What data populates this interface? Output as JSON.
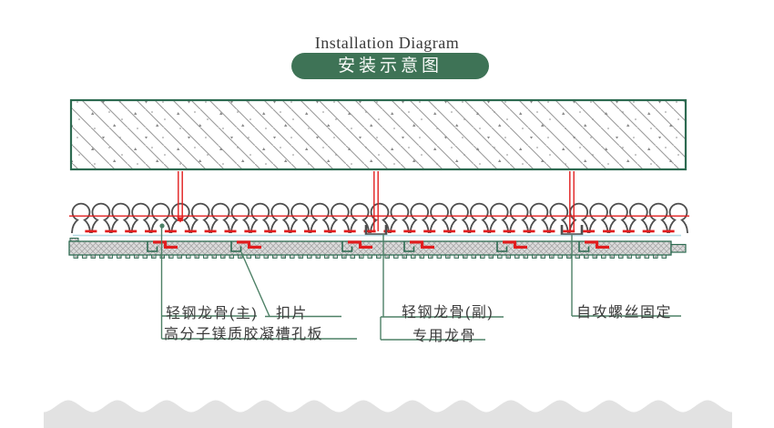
{
  "header": {
    "title_en": "Installation Diagram",
    "banner_zh": "安装示意图"
  },
  "labels": {
    "main_keel": "轻钢龙骨(主)",
    "clip": "扣片",
    "panel_board": "高分子镁质胶凝槽孔板",
    "sub_keel": "轻钢龙骨(副)",
    "special_keel": "专用龙骨",
    "screw": "自攻螺丝固定"
  },
  "colors": {
    "banner_green": "#3e7356",
    "banner_text": "#f7faf7",
    "diagram_green": "#2c6a50",
    "leader_green": "#4d8066",
    "red": "#e11d1e",
    "loop_stroke": "#4e4e4e",
    "hatch_gray": "#9b9b9b",
    "speckle_gray": "#8a8a8a",
    "panel_fill": "#dbdbdb",
    "panel_hatch": "#a9a9a9",
    "light_blue": "#b5dbe4",
    "wave_gray": "#e2e2e2",
    "text_dark": "#3b3b3b"
  }
}
